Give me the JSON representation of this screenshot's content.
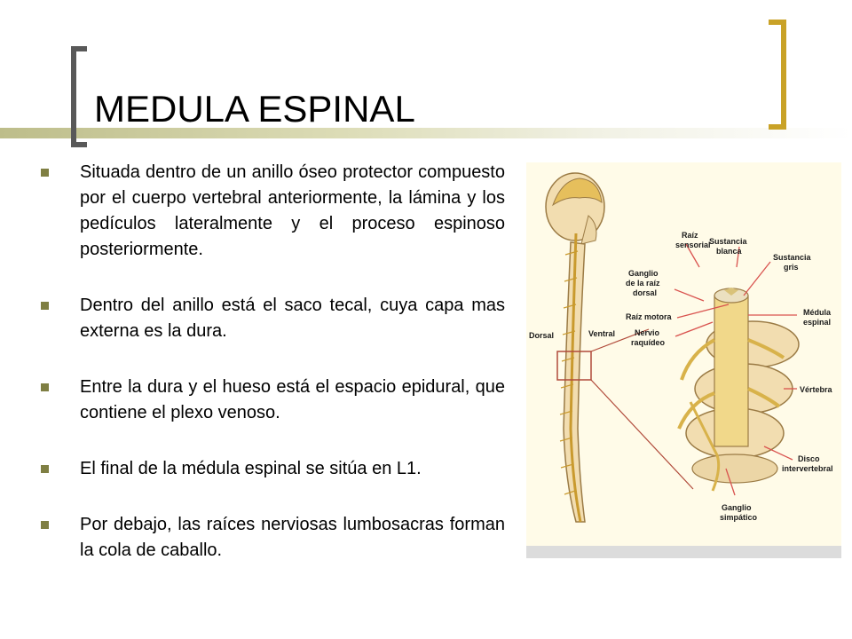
{
  "slide": {
    "title": "MEDULA ESPINAL",
    "bullets": [
      "Situada dentro de un anillo óseo protector compuesto por el cuerpo vertebral anteriormente, la lámina y los pedículos lateralmente y el proceso espinoso posteriormente.",
      "Dentro del anillo está el saco tecal, cuya capa mas externa es la dura.",
      "Entre la dura y el hueso está el espacio epidural, que contiene el plexo venoso.",
      "El final de la médula espinal se sitúa en L1.",
      "Por debajo, las raíces nerviosas lumbosacras forman la cola de caballo."
    ]
  },
  "figure": {
    "labels": {
      "dorsal": "Dorsal",
      "ventral": "Ventral",
      "raiz_sensorial_1": "Raíz",
      "raiz_sensorial_2": "sensorial",
      "sustancia_blanca_1": "Sustancia",
      "sustancia_blanca_2": "blanca",
      "sustancia_gris_1": "Sustancia",
      "sustancia_gris_2": "gris",
      "ganglio_raiz_1": "Ganglio",
      "ganglio_raiz_2": "de la raíz",
      "ganglio_raiz_3": "dorsal",
      "raiz_motora": "Raíz motora",
      "nervio_raquideo_1": "Nervio",
      "nervio_raquideo_2": "raquídeo",
      "medula_espinal_1": "Médula",
      "medula_espinal_2": "espinal",
      "vertebra": "Vértebra",
      "disco_1": "Disco",
      "disco_2": "intervertebral",
      "ganglio_simpatico_1": "Ganglio",
      "ganglio_simpatico_2": "simpático"
    },
    "colors": {
      "arrow": "#d9534f",
      "bone": "#f2ddb0",
      "cord": "#e8c65a",
      "nerve": "#d8b24a"
    }
  }
}
